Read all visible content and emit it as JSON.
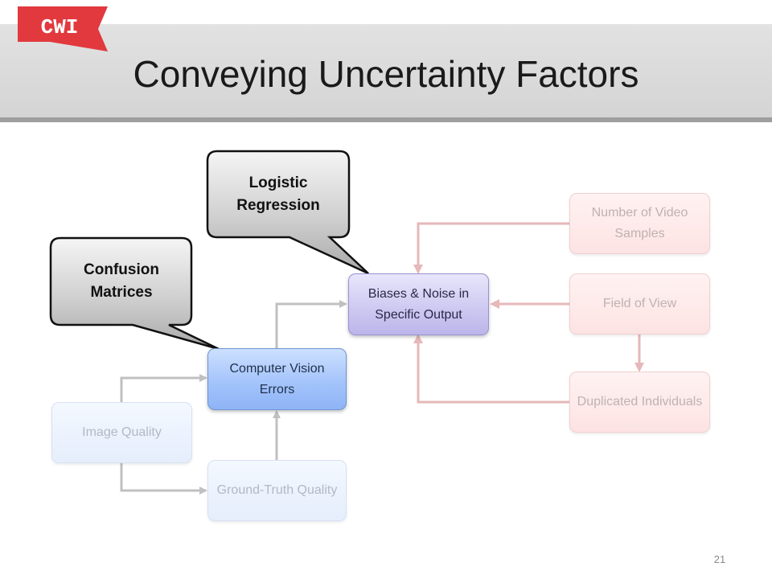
{
  "logo": {
    "text": "CWI",
    "color": "#e1393e"
  },
  "title": "Conveying Uncertainty Factors",
  "callouts": {
    "logistic": "Logistic Regression",
    "confusion": "Confusion Matrices"
  },
  "nodes": {
    "image_quality": "Image Quality",
    "ground_truth": "Ground-Truth Quality",
    "cv_errors": "Computer Vision Errors",
    "biases": "Biases & Noise in Specific Output",
    "num_samples": "Number of Video Samples",
    "field_of_view": "Field of View",
    "duplicated": "Duplicated Individuals"
  },
  "colors": {
    "grey_wire": "#c0c0c0",
    "pink_wire": "#e6b8b8",
    "callout_dark": "#3a3a3a"
  },
  "page_number": "21"
}
